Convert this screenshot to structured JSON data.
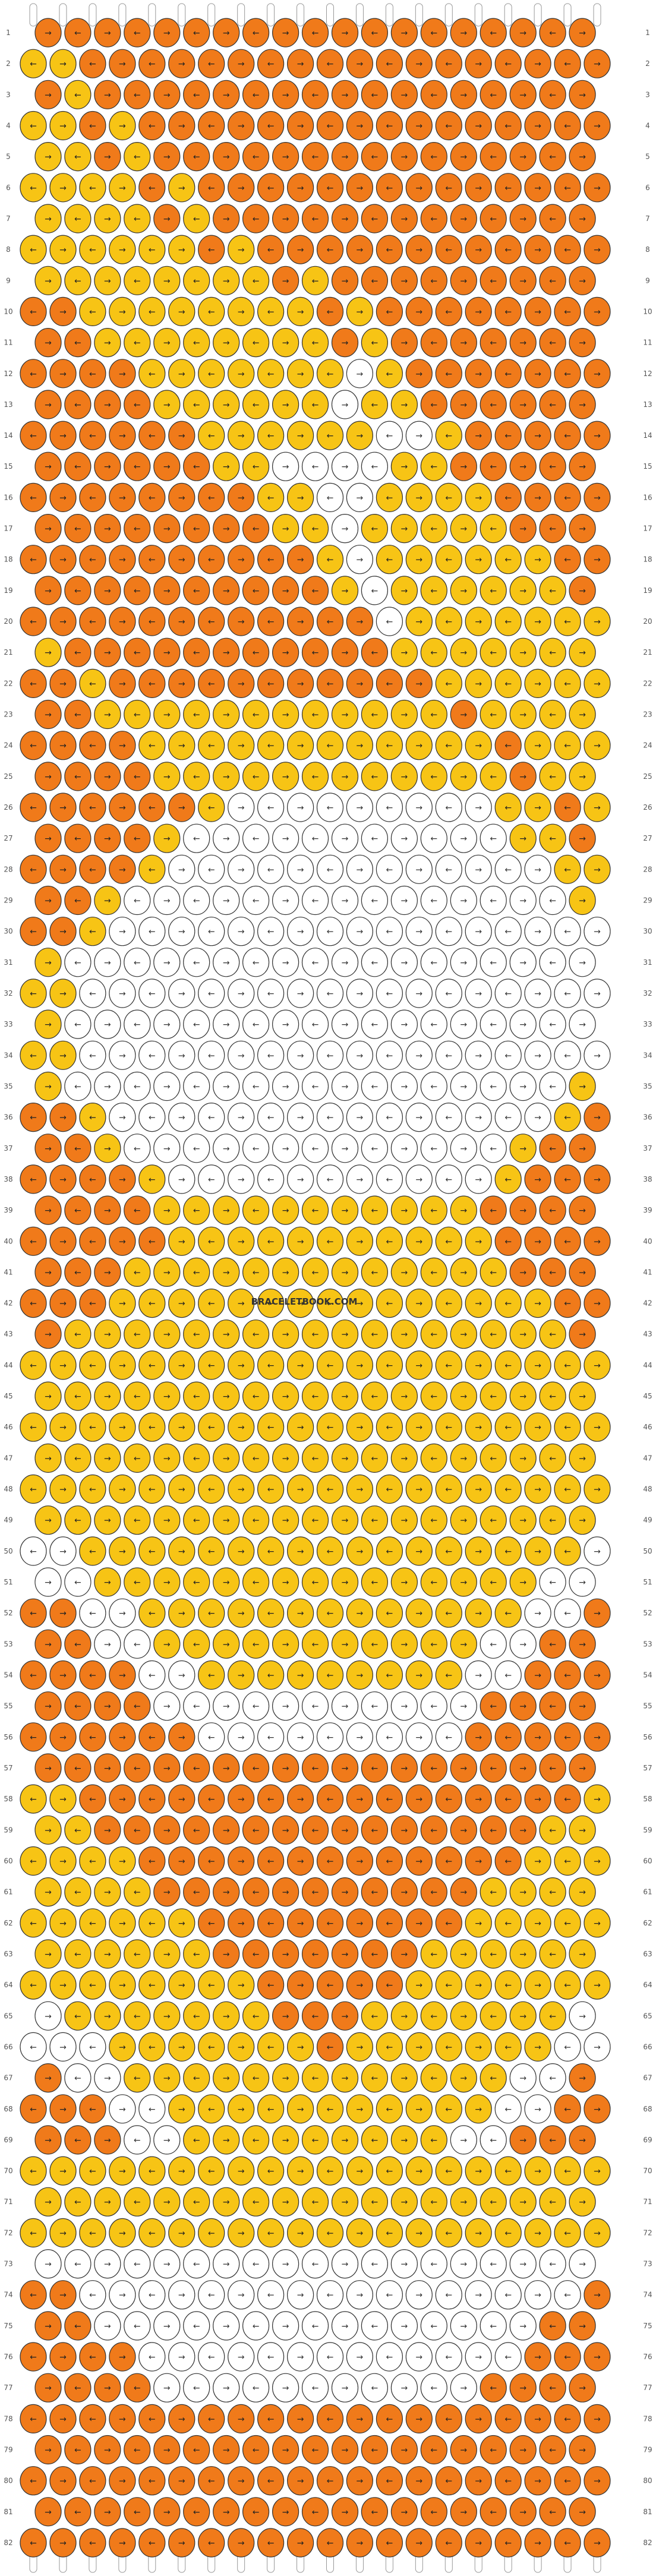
{
  "watermark": "BRACELETBOOK.COM",
  "colors": {
    "A": "#F07A1A",
    "B": "#F7C415",
    "C": "#FFFFFF",
    "stroke": "#333333",
    "rowlabel": "#555555"
  },
  "pattern": {
    "rows": 82,
    "strings": 20,
    "knot_type": "alternating",
    "grid": [
      "AAAAAAAAAAAAAAAAAAA",
      "BAAAAAAAAAAAAAAAAAA",
      "ABAAAAAAAAAAAAAAAAA",
      "BABAAAAAAAAAAAAAAAA",
      "BBABAAAAAAAAAAAAAAA",
      "BBBABAAAAAAAAAAAAAA",
      "BBBBABAAAAAAAAAAAAA",
      "BBBBBABAAAAAAAAAAAA",
      "BBBBBBBBABAAAAAAAAA",
      "ABBBBBBBBABAAAAAAAA",
      "AABBBBBBBBABAAAAAAA",
      "AAABBBBBBBCBAAAAAAA",
      "AAAABBBBBBCBBAAAAAA",
      "AAAAABBBBBBCCBAAAAA",
      "AAAAAABBCCCCBBAAAAA",
      "AAAAAAABBCCBBBBAAAA",
      "AAAAAAAABBCBBBBBAAA",
      "AAAAAAAAABCBBBBBBAA",
      "AAAAAAAAAABCBBBBBBA",
      "AAAAAAAAAAACBBBBBBB",
      "BAAAAAAAAAAABBBBBBB",
      "ABAAAAAAAAAAABBBBBB",
      "AABBBBBBBBBBBBABBBB",
      "AAABBBBBBBBBBBBABBB",
      "AAAABBBBBBBBBBBBABB",
      "AAAAABCCCCCCCCCBBAB",
      "AAAABCCCCCCCCCCCBBA",
      "AAABCCCCCCCCCCCCCBB",
      "AABCCCCCCCCCCCCCCCB",
      "ABCCCCCCCCCCCCCCCCC",
      "BCCCCCCCCCCCCCCCCCC",
      "BCCCCCCCCCCCCCCCCCC",
      "BCCCCCCCCCCCCCCCCCC",
      "BCCCCCCCCCCCCCCCCCC",
      "BCCCCCCCCCCCCCCCCCB",
      "ABCCCCCCCCCCCCCCCBA",
      "AABCCCCCCCCCCCCCBAA",
      "AAABCCCCCCCCCCCBAAA",
      "AAAABBBBBBBBBBBAAAA",
      "AAAABBBBBBBBBBBAAAA",
      "AAABBBBBBBBBBBBBAAA",
      "AABBBBBBBBBBBBBBBAA",
      "ABBBBBBBBBBBBBBBBBA",
      "BBBBBBBBBBBBBBBBBBB",
      "BBBBBBBBBBBBBBBBBBB",
      "BBBBBBBBBBBBBBBBBBB",
      "BBBBBBBBBBBBBBBBBBB",
      "BBBBBBBBBBBBBBBBBBB",
      "BBBBBBBBBBBBBBBBBBB",
      "CBBBBBBBBBBBBBBBBBC",
      "CCBBBBBBBBBBBBBBBCC",
      "ACCBBBBBBBBBBBBBCCA",
      "AACCBBBBBBBBBBBCCAA",
      "AAACCBBBBBBBBBCCAAA",
      "AAAACCCCCCCCCCCAAAA",
      "AAAAACCCCCCCCCAAAAA",
      "AAAAAAAAAAAAAAAAAAA",
      "BAAAAAAAAAAAAAAAAAB",
      "BBAAAAAAAAAAAAAAABB",
      "BBBAAAAAAAAAAAAABBB",
      "BBBBAAAAAAAAAAABBBB",
      "BBBBBAAAAAAAAABBBBB",
      "BBBBBBAAAAAAABBBBBB",
      "BBBBBBBAAAAABBBBBBB",
      "CBBBBBBBAAABBBBBBBC",
      "CCBBBBBBBABBBBBBBCC",
      "ACCBBBBBBBBBBBBBCCA",
      "AACCBBBBBBBBBBBCCAA",
      "AAACCBBBBBBBBBCCAAA",
      "BBBBBBBBBBBBBBBBBBB",
      "BBBBBBBBBBBBBBBBBBB",
      "BBBBBBBBBBBBBBBBBBB",
      "CCCCCCCCCCCCCCCCCCC",
      "ACCCCCCCCCCCCCCCCCA",
      "AACCCCCCCCCCCCCCCAA",
      "AAACCCCCCCCCCCCCAAA",
      "AAAACCCCCCCCCCCAAAA",
      "AAAAAAAAAAAAAAAAAAA",
      "AAAAAAAAAAAAAAAAAAA",
      "AAAAAAAAAAAAAAAAAAA",
      "AAAAAAAAAAAAAAAAAAA",
      "AAAAAAAAAAAAAAAAAAA"
    ]
  }
}
